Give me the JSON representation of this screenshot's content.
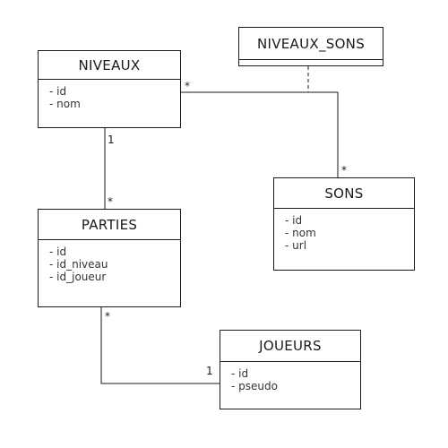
{
  "entities": {
    "niveaux": {
      "title": "NIVEAUX",
      "attributes": [
        "id",
        "nom"
      ]
    },
    "parties": {
      "title": "PARTIES",
      "attributes": [
        "id",
        "id_niveau",
        "id_joueur"
      ]
    },
    "sons": {
      "title": "SONS",
      "attributes": [
        "id",
        "nom",
        "url"
      ]
    },
    "joueurs": {
      "title": "JOUEURS",
      "attributes": [
        "id",
        "pseudo"
      ]
    }
  },
  "association_class": {
    "title": "NIVEAUX_SONS"
  },
  "relationships": [
    {
      "from": "NIVEAUX",
      "to": "PARTIES",
      "from_multiplicity": "1",
      "to_multiplicity": "*"
    },
    {
      "from": "NIVEAUX",
      "to": "SONS",
      "from_multiplicity": "*",
      "to_multiplicity": "*",
      "association_class": "NIVEAUX_SONS"
    },
    {
      "from": "PARTIES",
      "to": "JOUEURS",
      "from_multiplicity": "*",
      "to_multiplicity": "1"
    }
  ],
  "multiplicities": {
    "niveaux_parties_top": "1",
    "niveaux_parties_bottom": "*",
    "niveaux_sons_left": "*",
    "niveaux_sons_right": "*",
    "parties_joueurs_top": "*",
    "parties_joueurs_right": "1"
  }
}
